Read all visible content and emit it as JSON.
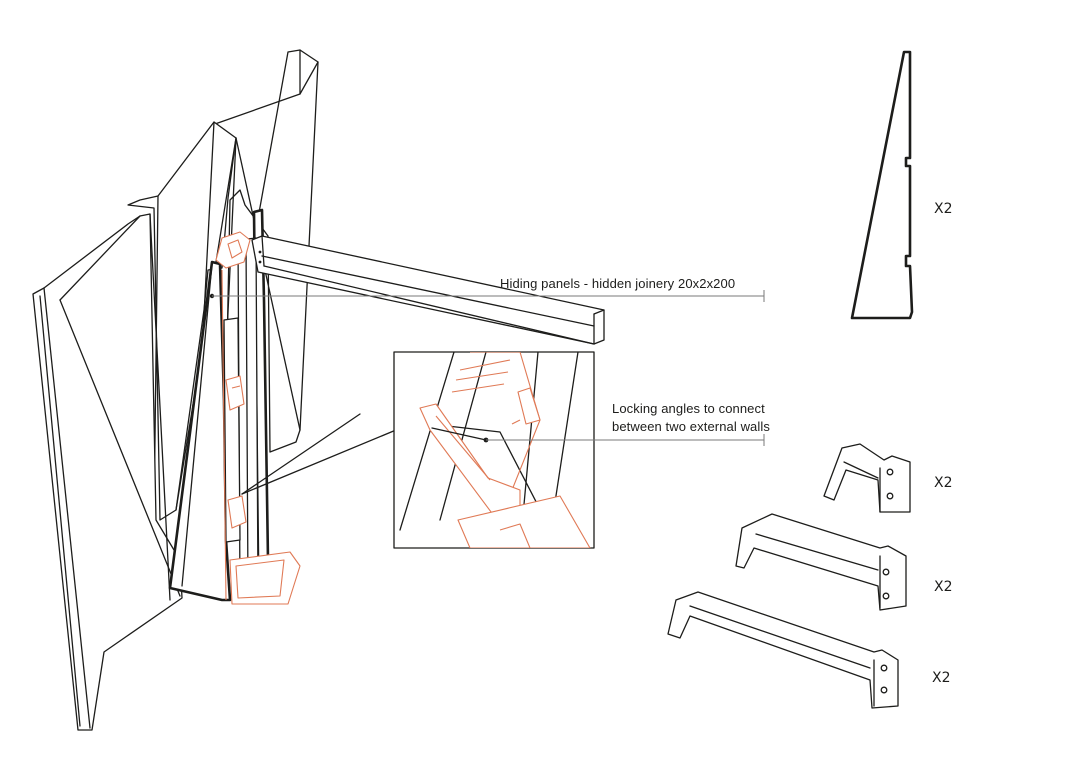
{
  "annotations": {
    "hiding_panels": "Hiding panels - hidden joinery  20x2x200",
    "locking_angles_line1": "Locking angles to connect",
    "locking_angles_line2": "between two external walls"
  },
  "parts": [
    {
      "name": "triangular-panel",
      "quantity": "X2"
    },
    {
      "name": "small-bracket",
      "quantity": "X2"
    },
    {
      "name": "medium-bracket",
      "quantity": "X2"
    },
    {
      "name": "long-bracket",
      "quantity": "X2"
    }
  ],
  "colors": {
    "ink": "#1d1d1b",
    "joinery": "#e07a56",
    "leader": "#7a7a7a"
  }
}
